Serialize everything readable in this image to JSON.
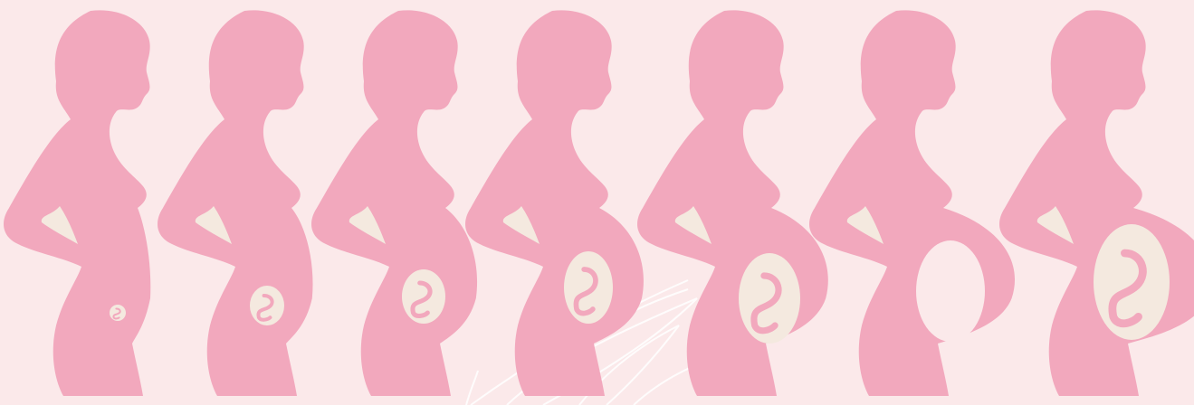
{
  "colors": {
    "background": "#fbe9ea",
    "silhouette": "#f2a8bd",
    "womb_fill": "#f4e9df",
    "arm_gap": "#f4e9df",
    "leaf_outline": "#ffffff"
  },
  "stages": [
    {
      "id": "stage-1",
      "fetus": "tiny-embryo-icon"
    },
    {
      "id": "stage-2",
      "fetus": "small-embryo-icon"
    },
    {
      "id": "stage-3",
      "fetus": "early-fetus-icon"
    },
    {
      "id": "stage-4",
      "fetus": "growing-fetus-icon"
    },
    {
      "id": "stage-5",
      "fetus": "mid-fetus-icon"
    },
    {
      "id": "stage-6",
      "fetus": "late-fetus-icon"
    },
    {
      "id": "stage-7",
      "fetus": "full-term-fetus-icon"
    }
  ]
}
